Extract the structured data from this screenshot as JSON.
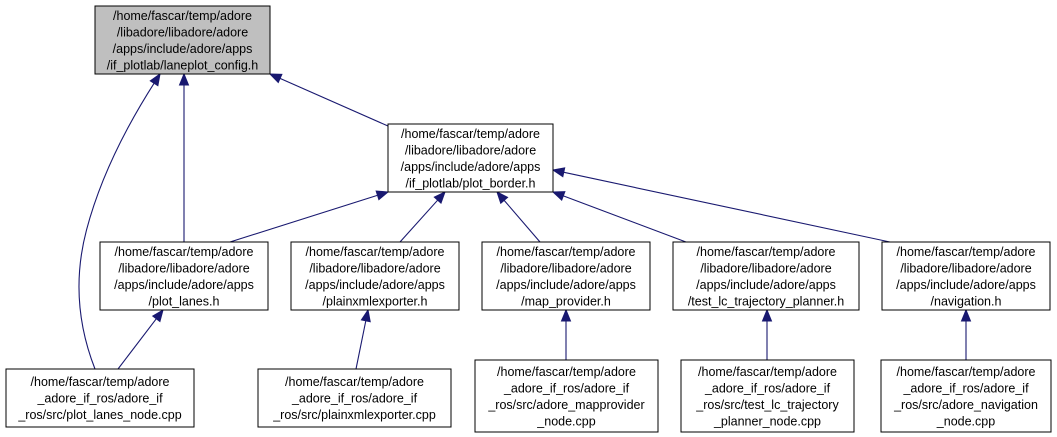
{
  "colors": {
    "edge": "#191970",
    "root_fill": "#bfbfbf",
    "node_fill": "#ffffff",
    "node_stroke": "#000000"
  },
  "nodes": [
    {
      "id": "laneplot_config",
      "lines": [
        "/home/fascar/temp/adore",
        "/libadore/libadore/adore",
        "/apps/include/adore/apps",
        "/if_plotlab/laneplot_config.h"
      ],
      "root": true
    },
    {
      "id": "plot_border",
      "lines": [
        "/home/fascar/temp/adore",
        "/libadore/libadore/adore",
        "/apps/include/adore/apps",
        "/if_plotlab/plot_border.h"
      ]
    },
    {
      "id": "plot_lanes",
      "lines": [
        "/home/fascar/temp/adore",
        "/libadore/libadore/adore",
        "/apps/include/adore/apps",
        "/plot_lanes.h"
      ]
    },
    {
      "id": "plainxmlexporter",
      "lines": [
        "/home/fascar/temp/adore",
        "/libadore/libadore/adore",
        "/apps/include/adore/apps",
        "/plainxmlexporter.h"
      ]
    },
    {
      "id": "map_provider",
      "lines": [
        "/home/fascar/temp/adore",
        "/libadore/libadore/adore",
        "/apps/include/adore/apps",
        "/map_provider.h"
      ]
    },
    {
      "id": "test_lc",
      "lines": [
        "/home/fascar/temp/adore",
        "/libadore/libadore/adore",
        "/apps/include/adore/apps",
        "/test_lc_trajectory_planner.h"
      ]
    },
    {
      "id": "navigation",
      "lines": [
        "/home/fascar/temp/adore",
        "/libadore/libadore/adore",
        "/apps/include/adore/apps",
        "/navigation.h"
      ]
    },
    {
      "id": "plot_lanes_node",
      "lines": [
        "/home/fascar/temp/adore",
        "_adore_if_ros/adore_if",
        "_ros/src/plot_lanes_node.cpp"
      ]
    },
    {
      "id": "plainxmlexporter_cpp",
      "lines": [
        "/home/fascar/temp/adore",
        "_adore_if_ros/adore_if",
        "_ros/src/plainxmlexporter.cpp"
      ]
    },
    {
      "id": "mapprovider_node",
      "lines": [
        "/home/fascar/temp/adore",
        "_adore_if_ros/adore_if",
        "_ros/src/adore_mapprovider",
        "_node.cpp"
      ]
    },
    {
      "id": "test_lc_node",
      "lines": [
        "/home/fascar/temp/adore",
        "_adore_if_ros/adore_if",
        "_ros/src/test_lc_trajectory",
        "_planner_node.cpp"
      ]
    },
    {
      "id": "navigation_node",
      "lines": [
        "/home/fascar/temp/adore",
        "_adore_if_ros/adore_if",
        "_ros/src/adore_navigation",
        "_node.cpp"
      ]
    }
  ],
  "edges": [
    {
      "from": "plot_border",
      "to": "laneplot_config"
    },
    {
      "from": "plot_lanes",
      "to": "laneplot_config"
    },
    {
      "from": "plot_lanes_node",
      "to": "laneplot_config"
    },
    {
      "from": "plot_lanes",
      "to": "plot_border"
    },
    {
      "from": "plainxmlexporter",
      "to": "plot_border"
    },
    {
      "from": "map_provider",
      "to": "plot_border"
    },
    {
      "from": "test_lc",
      "to": "plot_border"
    },
    {
      "from": "navigation",
      "to": "plot_border"
    },
    {
      "from": "plot_lanes_node",
      "to": "plot_lanes"
    },
    {
      "from": "plainxmlexporter_cpp",
      "to": "plainxmlexporter"
    },
    {
      "from": "mapprovider_node",
      "to": "map_provider"
    },
    {
      "from": "test_lc_node",
      "to": "test_lc"
    },
    {
      "from": "navigation_node",
      "to": "navigation"
    }
  ]
}
